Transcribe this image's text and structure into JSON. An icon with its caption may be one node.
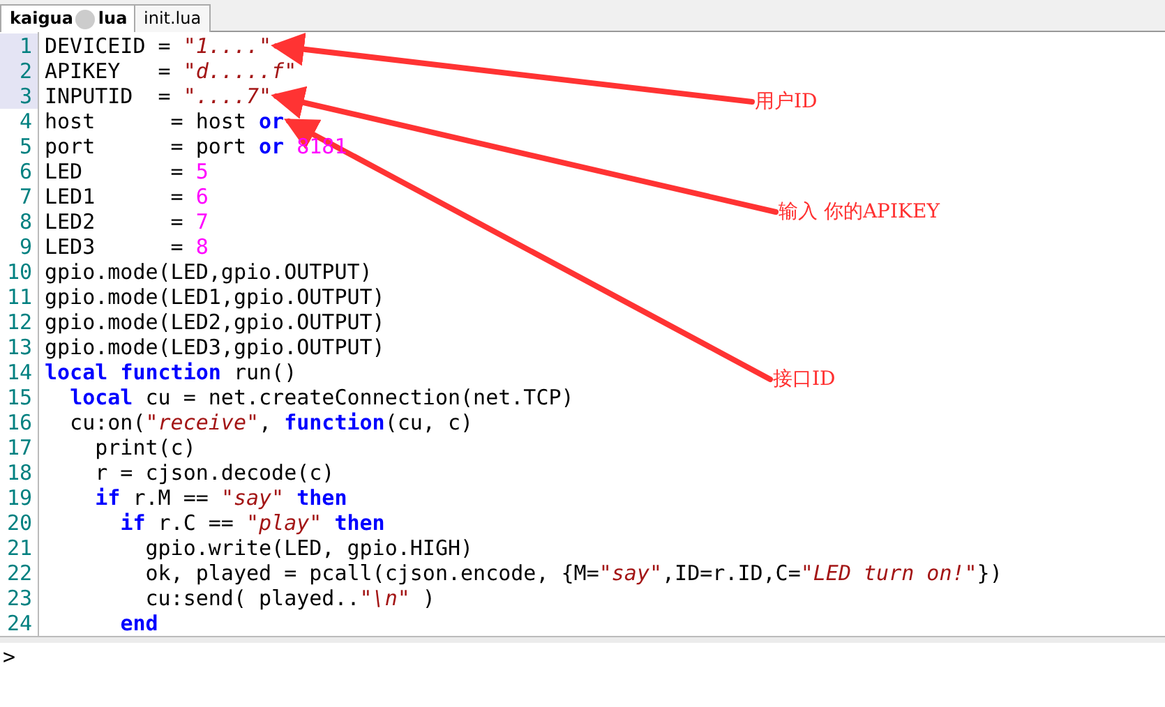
{
  "diagram": {
    "nodes": [
      {
        "text": [
          "用户ID"
        ]
      },
      {
        "text": [
          "输入 你的APIKEY"
        ]
      },
      {
        "text": [
          "接口ID"
        ]
      },
      {
        "text": [
          "DEVICEID = *\"1....\"*"
        ]
      },
      {
        "text": [
          "INPUTID  = *\"....7\"*"
        ]
      },
      {
        "text": [
          "host      = host **or**"
        ]
      }
    ],
    "edges": [
      {
        "from": 0,
        "to": 3,
        "arrow": "to"
      },
      {
        "from": 1,
        "to": 4,
        "arrow": "to"
      },
      {
        "from": 2,
        "to": 5,
        "arrow": "to"
      }
    ],
    "labels": [
      "kaigua",
      "lua",
      "init.lua",
      "1",
      "2",
      "APIKEY   = *\"d.....f\"*",
      "3",
      "4",
      "5",
      "port      = port **or** 8181",
      "6",
      "LED       = 5",
      "7",
      "LED1      = 6",
      "8",
      "LED2      = 7",
      "9",
      "LED3      = 8",
      "10",
      "gpio.mode(LED,gpio.OUTPUT)",
      "11",
      "gpio.mode(LED1,gpio.OUTPUT)",
      "12",
      "gpio.mode(LED2,gpio.OUTPUT)",
      "13",
      "gpio.mode(LED3,gpio.OUTPUT)",
      "14",
      "**local** **function** run()",
      "15",
      "  **local** cu = net.createConnection(net.TCP)",
      "16",
      "  cu:on(*\"receive\"*, **function**(cu, c)",
      "17",
      "    print(c)",
      "18",
      "    r = cjson.decode(c)",
      "19",
      "    **if** r.M == *\"say\"* **then**",
      "20",
      "      **if** r.C == *\"play\"* **then**",
      "21",
      "        gpio.write(LED, gpio.HIGH)",
      "22",
      "        ok, played = pcall(cjson.encode, {M=*\"say\"*,ID=r.ID,C=*\"LED turn on!\"*})",
      "23",
      "        cu:send( played..*\"\\n\"* )",
      "24",
      "      **end**",
      ">"
    ]
  }
}
